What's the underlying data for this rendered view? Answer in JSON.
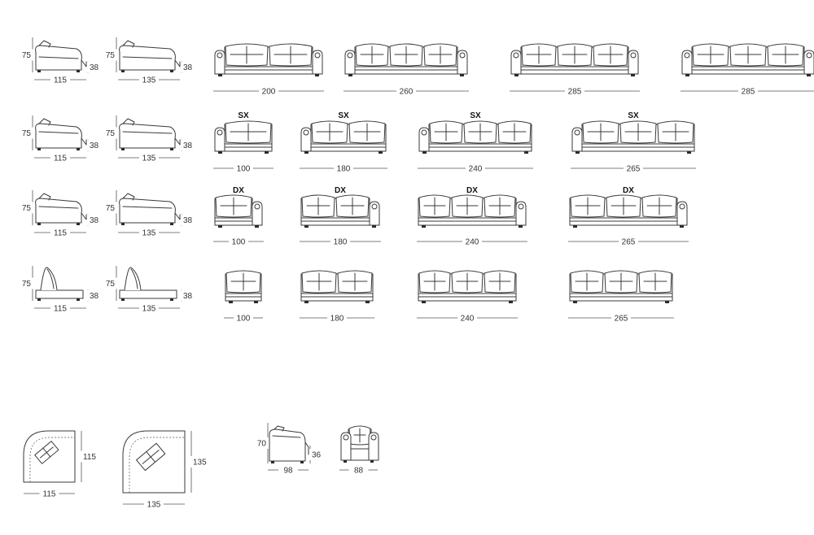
{
  "rows": [
    {
      "side_views": [
        {
          "height": "75",
          "seat_height": "38",
          "depth": "115"
        },
        {
          "height": "75",
          "seat_height": "38",
          "depth": "135"
        }
      ],
      "sofas": [
        {
          "width": "200",
          "tag": ""
        },
        {
          "width": "260",
          "tag": ""
        },
        {
          "width": "285",
          "tag": ""
        },
        {
          "width": "285",
          "tag": ""
        }
      ]
    },
    {
      "side_views": [
        {
          "height": "75",
          "seat_height": "38",
          "depth": "115"
        },
        {
          "height": "75",
          "seat_height": "38",
          "depth": "135"
        }
      ],
      "sofas": [
        {
          "width": "100",
          "tag": "SX"
        },
        {
          "width": "180",
          "tag": "SX"
        },
        {
          "width": "240",
          "tag": "SX"
        },
        {
          "width": "265",
          "tag": "SX"
        }
      ]
    },
    {
      "side_views": [
        {
          "height": "75",
          "seat_height": "38",
          "depth": "115"
        },
        {
          "height": "75",
          "seat_height": "38",
          "depth": "135"
        }
      ],
      "sofas": [
        {
          "width": "100",
          "tag": "DX"
        },
        {
          "width": "180",
          "tag": "DX"
        },
        {
          "width": "240",
          "tag": "DX"
        },
        {
          "width": "265",
          "tag": "DX"
        }
      ]
    },
    {
      "side_views": [
        {
          "height": "75",
          "seat_height": "38",
          "depth": "115"
        },
        {
          "height": "75",
          "seat_height": "38",
          "depth": "135"
        }
      ],
      "sofas": [
        {
          "width": "100",
          "tag": ""
        },
        {
          "width": "180",
          "tag": ""
        },
        {
          "width": "240",
          "tag": ""
        },
        {
          "width": "265",
          "tag": ""
        }
      ]
    }
  ],
  "corners": [
    {
      "width": "115",
      "depth": "115"
    },
    {
      "width": "135",
      "depth": "135"
    }
  ],
  "armchair": {
    "height": "70",
    "seat_height": "36",
    "depth": "98",
    "width": "88"
  }
}
